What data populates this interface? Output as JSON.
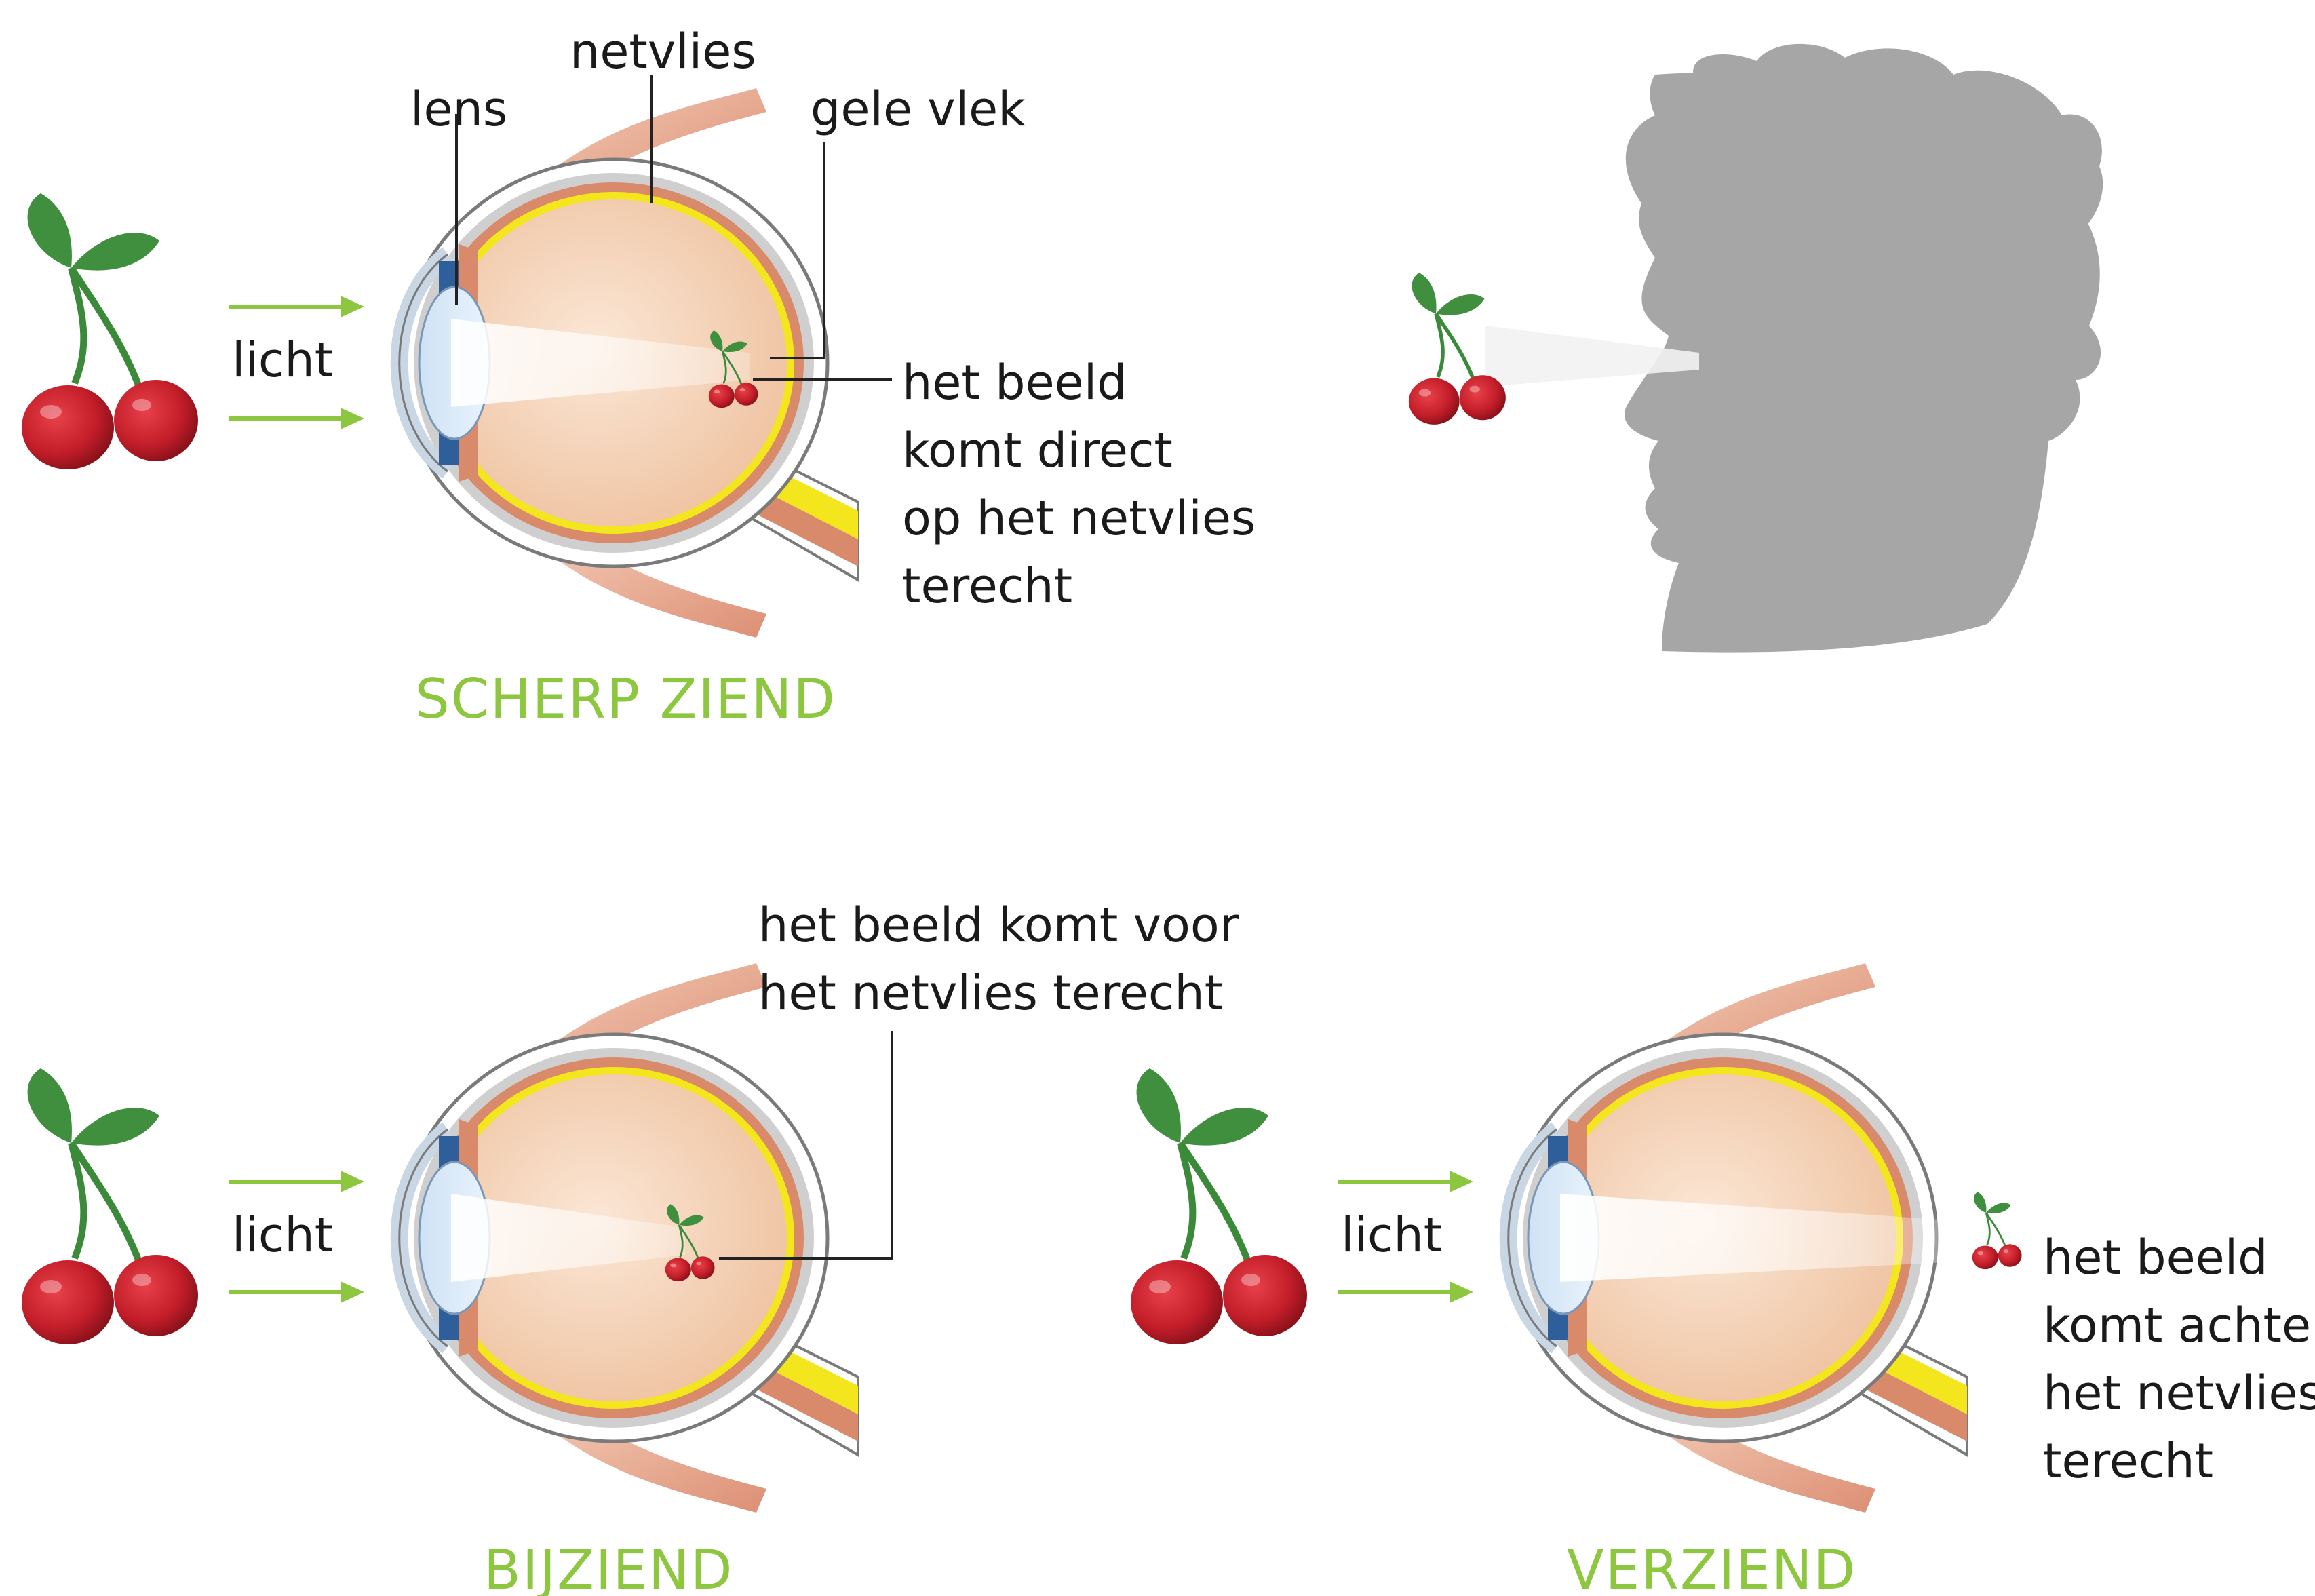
{
  "colors": {
    "accent_green": "#8dc63f",
    "cherry_red": "#c41e2a",
    "leaf_green": "#3a8a3a",
    "retina_yellow": "#f4e61c",
    "eye_flesh": "#f6d8bf",
    "silhouette_gray": "#a6a6a6"
  },
  "icons": [
    "cherry-icon",
    "eye-cross-section",
    "head-silhouette",
    "light-arrow"
  ],
  "panels": {
    "normal": {
      "title": "SCHERP ZIEND",
      "light": "licht",
      "labels": {
        "lens": "lens",
        "retina": "netvlies",
        "yellow_spot": "gele vlek"
      },
      "caption": [
        "het beeld",
        "komt direct",
        "op het netvlies",
        "terecht"
      ]
    },
    "myopia": {
      "title": "BIJZIEND",
      "light": "licht",
      "caption": [
        "het beeld komt voor",
        "het netvlies terecht"
      ]
    },
    "hyperopia": {
      "title": "VERZIEND",
      "light": "licht",
      "caption": [
        "het beeld",
        "komt achter",
        "het netvlies",
        "terecht"
      ]
    }
  }
}
